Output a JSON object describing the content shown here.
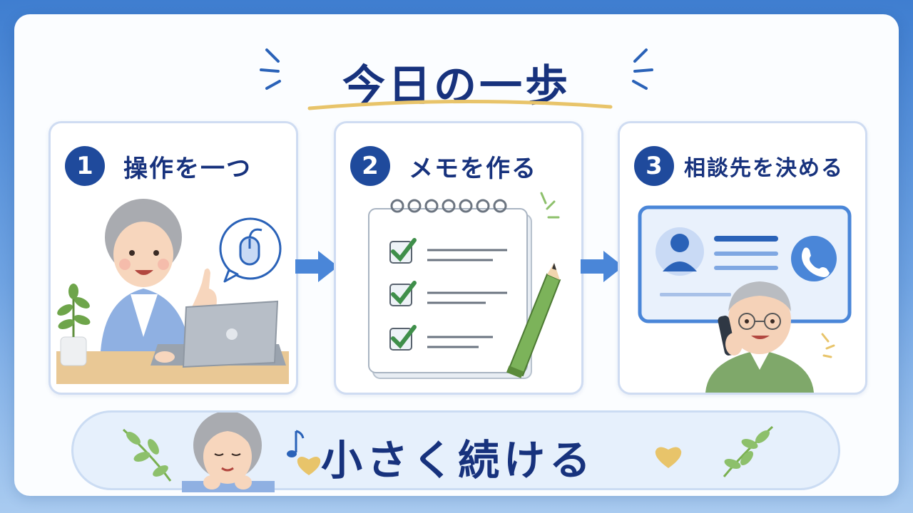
{
  "title": "今日の一歩",
  "steps": [
    {
      "number": "1",
      "label": "操作を一つ",
      "icon": "mouse-icon"
    },
    {
      "number": "2",
      "label": "メモを作る",
      "icon": "checklist-icon"
    },
    {
      "number": "3",
      "label": "相談先を決める",
      "icon": "phone-icon"
    }
  ],
  "motto": "小さく続ける",
  "colors": {
    "background": "#3f7ed0",
    "navy": "#17327d",
    "accent_gold": "#e8c46a",
    "leaf_green": "#8dc06b",
    "arrow_blue": "#4a86d8"
  }
}
